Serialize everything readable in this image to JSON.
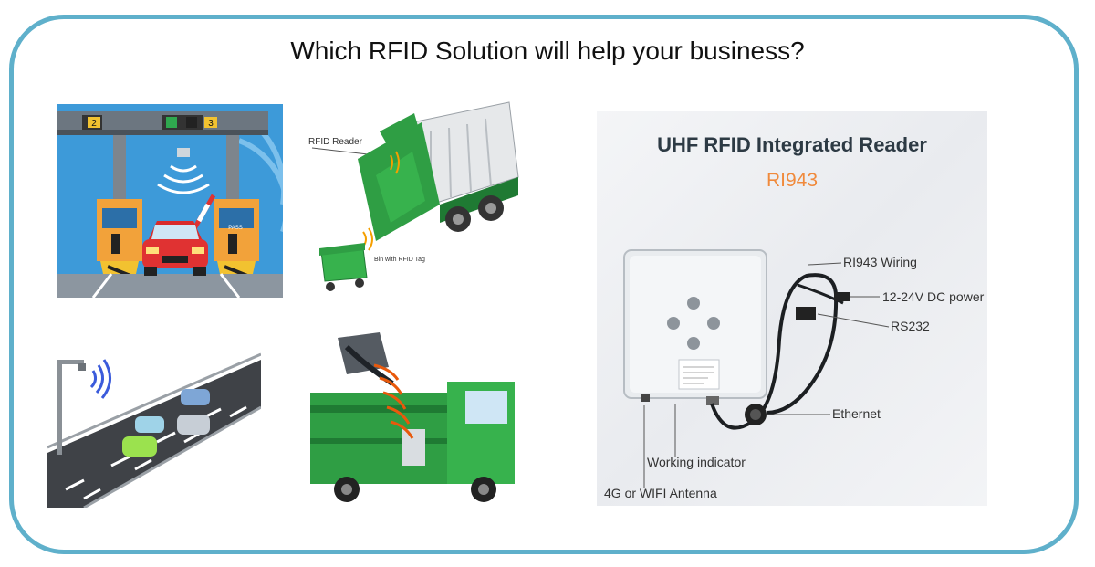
{
  "page": {
    "title": "Which RFID Solution will help your business?"
  },
  "toll_panel": {
    "lane_numbers": [
      "2",
      "3"
    ],
    "booth_sign": "PASS"
  },
  "truck_panel": {
    "reader_label": "RFID Reader",
    "bin_label": "Bin with RFID Tag"
  },
  "device_panel": {
    "title": "UHF RFID Integrated Reader",
    "model": "RI943",
    "callouts": {
      "wiring": "RI943 Wiring",
      "power": "12-24V DC power",
      "rs232": "RS232",
      "ethernet": "Ethernet",
      "indicator": "Working indicator",
      "antenna": "4G or WIFI Antenna"
    }
  },
  "colors": {
    "frame_border": "#5fb0cb",
    "model_accent": "#f08a3c",
    "truck_green": "#2f9e44",
    "toll_blue": "#3d9ad9"
  },
  "icons": {
    "toll": "toll-booth-illustration",
    "garbage_truck": "garbage-truck-illustration",
    "highway": "highway-reader-illustration",
    "lift": "truck-bin-lift-illustration",
    "device": "rfid-reader-device"
  }
}
